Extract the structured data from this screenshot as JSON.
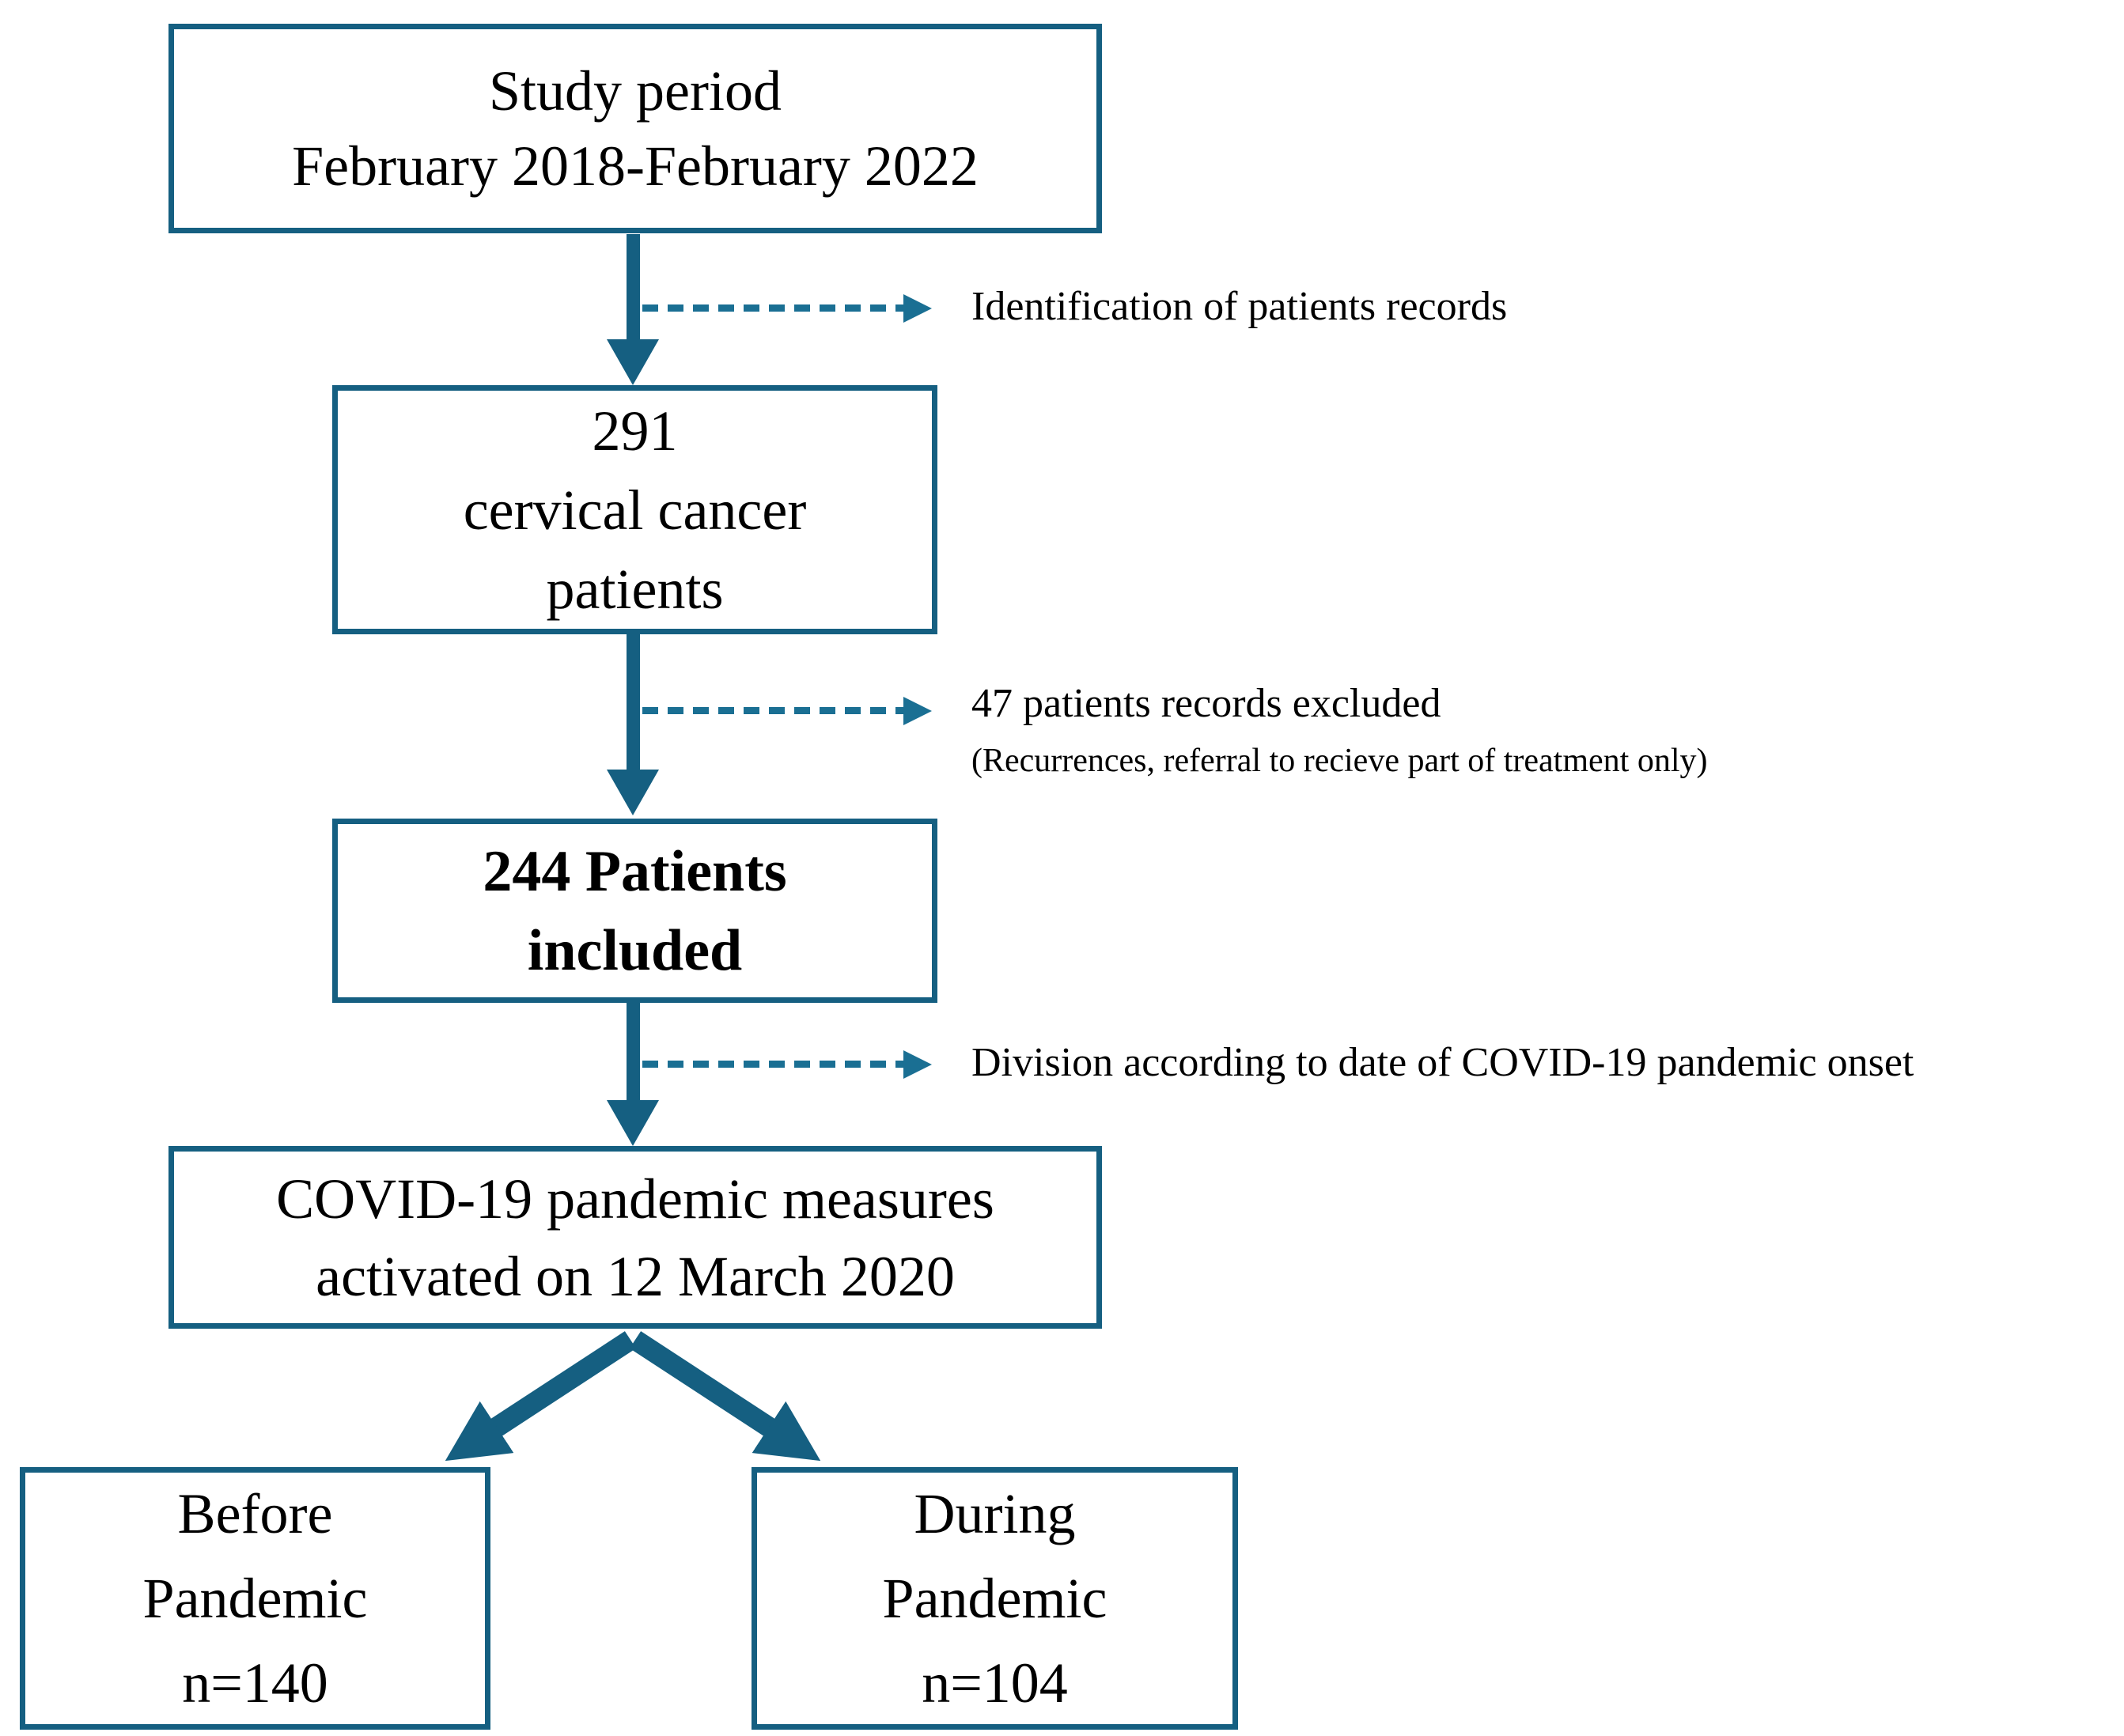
{
  "colors": {
    "accent": "#155f81",
    "dashed_accent": "#1a6f93",
    "text": "#000000",
    "background": "#ffffff"
  },
  "flowchart": {
    "nodes": [
      {
        "id": "study-period",
        "lines": [
          "Study period",
          "February 2018-February 2022",
          ""
        ]
      },
      {
        "id": "identified",
        "lines": [
          "291",
          "cervical cancer",
          "patients"
        ]
      },
      {
        "id": "included",
        "lines": [
          "244 Patients",
          "included",
          ""
        ]
      },
      {
        "id": "covid-measures",
        "lines": [
          "COVID-19 pandemic measures",
          "activated on 12 March 2020",
          ""
        ]
      },
      {
        "id": "before-pandemic",
        "lines": [
          "Before",
          "Pandemic",
          "n=140"
        ]
      },
      {
        "id": "during-pandemic",
        "lines": [
          "During",
          "Pandemic",
          "n=104"
        ]
      }
    ],
    "annotations": [
      {
        "id": "identification",
        "lines": [
          "Identification of patients records",
          ""
        ]
      },
      {
        "id": "exclusion",
        "lines": [
          "47 patients records excluded",
          "(Recurrences, referral to recieve part of treatment only)"
        ]
      },
      {
        "id": "division",
        "lines": [
          "Division according to date of COVID-19 pandemic onset",
          ""
        ]
      }
    ],
    "icons": {
      "solid_arrow": "down-arrow",
      "dashed_arrow": "right-dashed-arrow",
      "split_arrow": "diverging-arrows"
    }
  }
}
